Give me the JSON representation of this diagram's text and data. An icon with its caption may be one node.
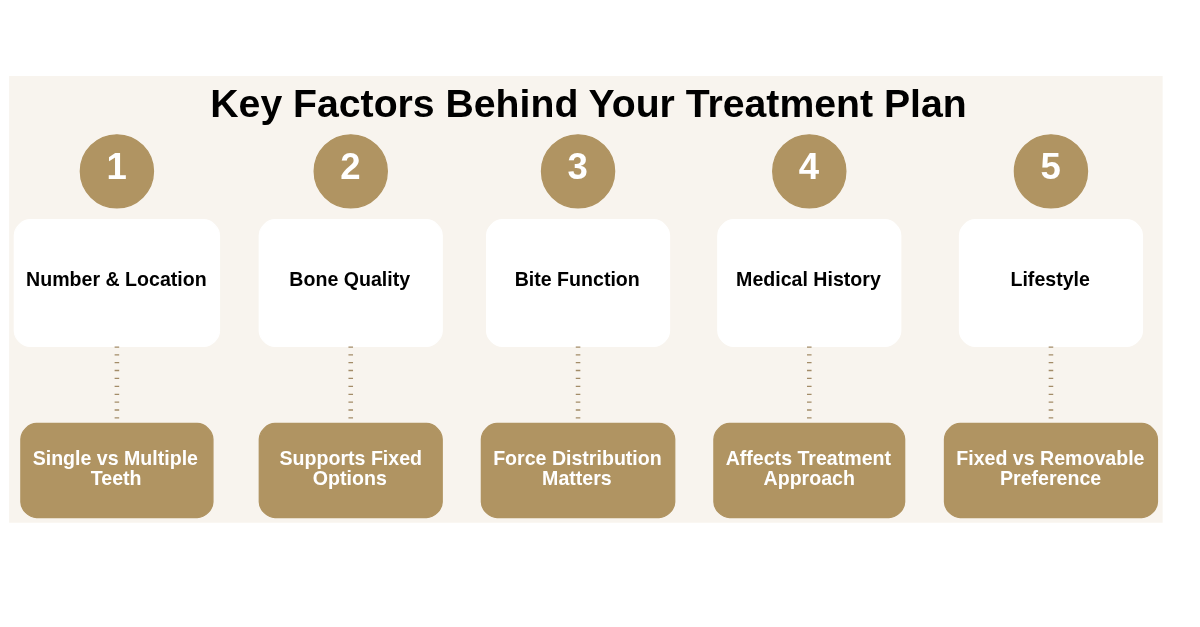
{
  "diagram": {
    "title": "Key Factors Behind Your Treatment Plan",
    "nodes": [
      {
        "text": [
          "1"
        ]
      },
      {
        "text": [
          "2"
        ]
      },
      {
        "text": [
          "3"
        ]
      },
      {
        "text": [
          "4"
        ]
      },
      {
        "text": [
          "5"
        ]
      },
      {
        "text": [
          "Number & Location"
        ]
      },
      {
        "text": [
          "Bone Quality"
        ]
      },
      {
        "text": [
          "Bite Function"
        ]
      },
      {
        "text": [
          "Medical History"
        ]
      },
      {
        "text": [
          "Lifestyle"
        ]
      },
      {
        "text": [
          "Single vs Multiple Teeth"
        ]
      },
      {
        "text": [
          "Supports Fixed Options"
        ]
      },
      {
        "text": [
          "Force Distribution Matters"
        ]
      },
      {
        "text": [
          "Affects Treatment Approach"
        ]
      },
      {
        "text": [
          "Fixed vs Removable Preference"
        ]
      }
    ],
    "edges": [
      {
        "from": 5,
        "to": 10,
        "arrow": "none",
        "style": "dashed"
      },
      {
        "from": 6,
        "to": 11,
        "arrow": "none",
        "style": "dashed"
      },
      {
        "from": 7,
        "to": 12,
        "arrow": "none",
        "style": "dashed"
      },
      {
        "from": 8,
        "to": 13,
        "arrow": "none",
        "style": "dashed"
      },
      {
        "from": 9,
        "to": 14,
        "arrow": "none",
        "style": "dashed"
      }
    ]
  }
}
